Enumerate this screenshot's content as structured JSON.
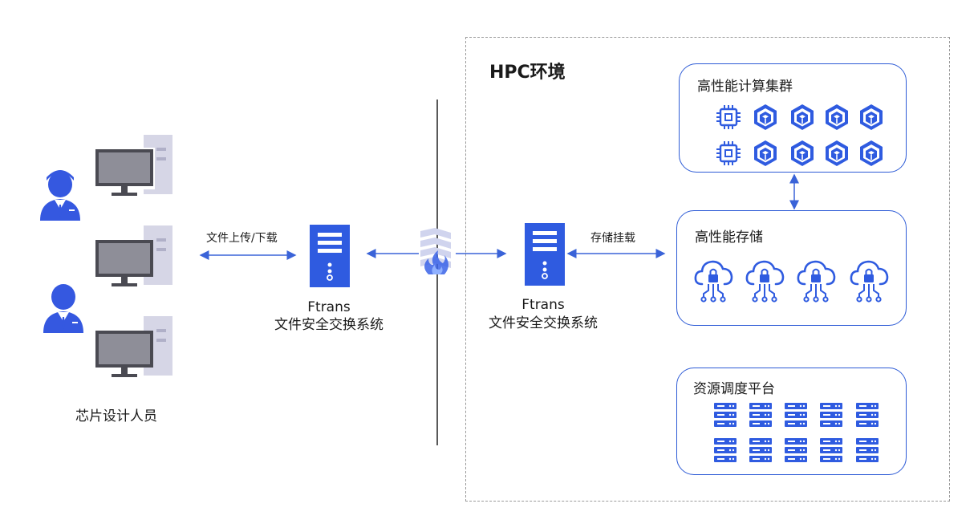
{
  "designers": {
    "label": "芯片设计人员"
  },
  "arrow_left": {
    "label": "文件上传/下载"
  },
  "server_left": {
    "name": "Ftrans",
    "desc": "文件安全交换系统"
  },
  "server_right": {
    "name": "Ftrans",
    "desc": "文件安全交换系统"
  },
  "arrow_mount": {
    "label": "存储挂载"
  },
  "hpc": {
    "title": "HPC环境"
  },
  "cluster": {
    "title": "高性能计算集群"
  },
  "storage": {
    "title": "高性能存储"
  },
  "scheduler": {
    "title": "资源调度平台"
  },
  "colors": {
    "accent": "#2f5be0",
    "computer_gray": "#d4d4e4",
    "line": "#3a63d8"
  },
  "icons": [
    "user-icon",
    "desktop-computer-icon",
    "server-icon",
    "firewall-icon",
    "cpu-chip-icon",
    "cube-node-icon",
    "cloud-lock-icon",
    "rack-server-icon"
  ]
}
